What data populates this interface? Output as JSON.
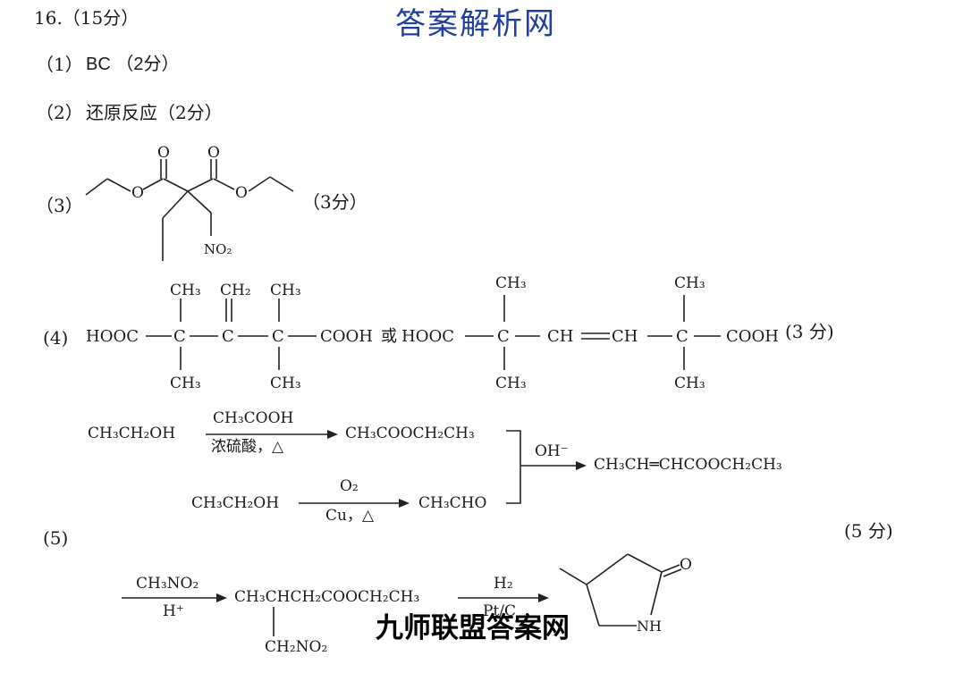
{
  "watermark_top": "答案解析网",
  "watermark_bottom": "九师联盟答案网",
  "question": {
    "header": "16.（15分）"
  },
  "part1": {
    "label": "（1）",
    "answer": "BC （2分）"
  },
  "part2": {
    "label": "（2）",
    "answer": "还原反应（2分）"
  },
  "part3": {
    "label": "（3）",
    "score": "（3分）",
    "atoms": {
      "o_carbonyl": "O",
      "o_ester": "O",
      "no2": "NO₂"
    }
  },
  "part4": {
    "label": "(4)",
    "score": "(3 分)",
    "struct1": {
      "hooc": "HOOC",
      "c": "C",
      "cooh": "COOH",
      "ch3": "CH₃",
      "ch2": "CH₂"
    },
    "or": "或",
    "struct2": {
      "hooc": "HOOC",
      "c": "C",
      "ch": "CH",
      "cooh": "COOH",
      "ch3": "CH₃"
    }
  },
  "part5": {
    "label": "(5)",
    "score": "(5 分)",
    "step1": {
      "reactant": "CH₃CH₂OH",
      "reagent_top": "CH₃COOH",
      "reagent_bottom": "浓硫酸，△",
      "product": "CH₃COOCH₂CH₃"
    },
    "step2": {
      "reactant": "CH₃CH₂OH",
      "reagent_top": "O₂",
      "reagent_bottom": "Cu，△",
      "product": "CH₃CHO"
    },
    "merge_reagent": "OH⁻",
    "merged_product": "CH₃CH═CHCOOCH₂CH₃",
    "step3": {
      "reagent_top": "CH₃NO₂",
      "reagent_bottom": "H⁺",
      "product_main": "CH₃CHCH₂COOCH₂CH₃",
      "product_branch": "CH₂NO₂"
    },
    "step4": {
      "reagent_top": "H₂",
      "reagent_bottom": "Pt/C",
      "ring_o": "O",
      "ring_nh": "NH"
    }
  }
}
